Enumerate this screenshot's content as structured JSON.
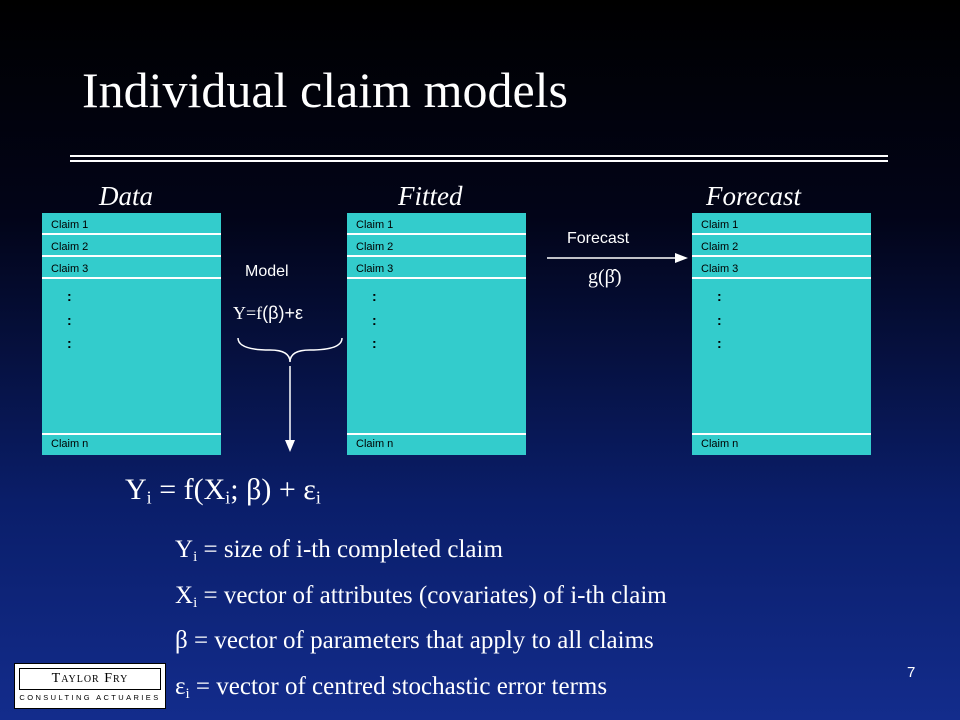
{
  "slide": {
    "title": "Individual claim models",
    "page_number": "7"
  },
  "columns": {
    "data": "Data",
    "fitted": "Fitted",
    "forecast": "Forecast"
  },
  "claims": {
    "rows": [
      "Claim 1",
      "Claim 2",
      "Claim 3"
    ],
    "ellipsis": ":",
    "last": "Claim n"
  },
  "model": {
    "label": "Model",
    "eq_prefix": "Y=f",
    "eq_body": "(β)+ε"
  },
  "forecast_arrow": {
    "label": "Forecast",
    "g": "g",
    "beta_hat": "β̂"
  },
  "equation": {
    "y": "Y",
    "i": "i",
    "mid": " = f(X",
    "i2": "i",
    "tail": "; β) + ε",
    "i3": "i"
  },
  "definitions": [
    {
      "sym": "Y",
      "sub": "i",
      "text": " = size of i-th completed claim"
    },
    {
      "sym": "X",
      "sub": "i",
      "text": " = vector of attributes (covariates) of i-th claim"
    },
    {
      "sym": "β",
      "sub": "",
      "text": " = vector of parameters that apply to all claims"
    },
    {
      "sym": "ε",
      "sub": "i",
      "text": " = vector of centred stochastic error terms"
    }
  ],
  "logo": {
    "name": "Taylor Fry",
    "tagline": "CONSULTING ACTUARIES"
  },
  "colors": {
    "panel": "#33cccc",
    "background_top": "#000000",
    "background_bottom": "#132c8c"
  }
}
